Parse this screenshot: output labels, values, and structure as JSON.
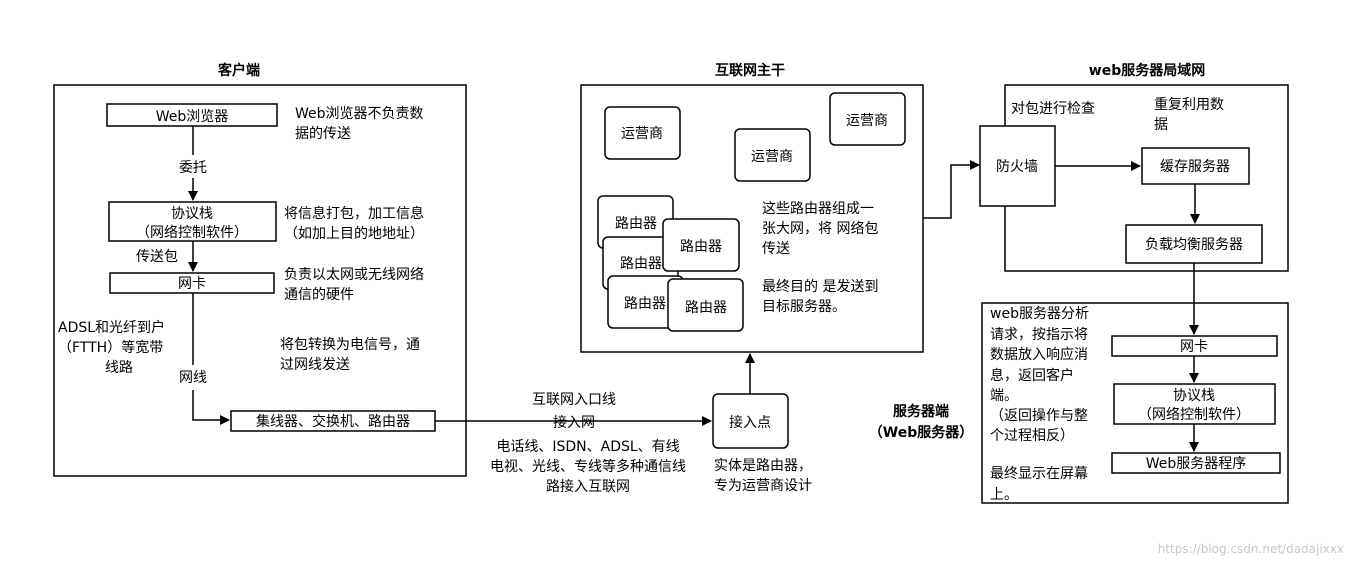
{
  "sections": {
    "client_title": "客户端",
    "backbone_title": "互联网主干",
    "webnet_title": "web服务器局域网",
    "server_title_1": "服务器端",
    "server_title_2": "（Web服务器）"
  },
  "client": {
    "browser": "Web浏览器",
    "browser_note_1": "Web浏览器不负责数",
    "browser_note_2": "据的传送",
    "delegate": "委托",
    "stack_1": "协议栈",
    "stack_2": "（网络控制软件）",
    "stack_note_1": "将信息打包，加工信息",
    "stack_note_2": "（如加上目的地地址）",
    "send_packet": "传送包",
    "nic": "网卡",
    "nic_note_1": "负责以太网或无线网络",
    "nic_note_2": "通信的硬件",
    "adsl_1": "ADSL和光纤到户",
    "adsl_2": "（FTTH）等宽带",
    "adsl_3": "线路",
    "convert_1": "将包转换为电信号，通",
    "convert_2": "过网线发送",
    "wire": "网线",
    "hub": "集线器、交换机、路由器"
  },
  "access": {
    "entry_line": "互联网入口线",
    "access_net": "接入网",
    "lines_1": "电话线、ISDN、ADSL、有线",
    "lines_2": "电视、光线、专线等多种通信线",
    "lines_3": "路接入互联网",
    "access_point": "接入点",
    "ap_note_1": "实体是路由器，",
    "ap_note_2": "专为运营商设计"
  },
  "backbone": {
    "operator": "运营商",
    "router": "路由器",
    "note_1": "这些路由器组成一",
    "note_2": "张大网，将 网络包",
    "note_3": "传送",
    "goal_1": "最终目的 是发送到",
    "goal_2": "目标服务器。"
  },
  "webnet": {
    "check_label": "对包进行检查",
    "reuse_1": "重复利用数",
    "reuse_2": "据",
    "firewall": "防火墙",
    "cache": "缓存服务器",
    "balancer": "负载均衡服务器"
  },
  "server": {
    "note": [
      "web服务器分析",
      "请求，按指示将",
      "数据放入响应消",
      "息，返回客户",
      "端。",
      "（返回操作与整",
      "个过程相反）",
      "最终显示在屏幕",
      "上。"
    ],
    "nic": "网卡",
    "stack_1": "协议栈",
    "stack_2": "（网络控制软件）",
    "program": "Web服务器程序"
  },
  "watermark": "https://blog.csdn.net/dadajixxx",
  "colors": {
    "line": "#000000",
    "watermark": "#c8c8c8",
    "background": "#ffffff"
  }
}
